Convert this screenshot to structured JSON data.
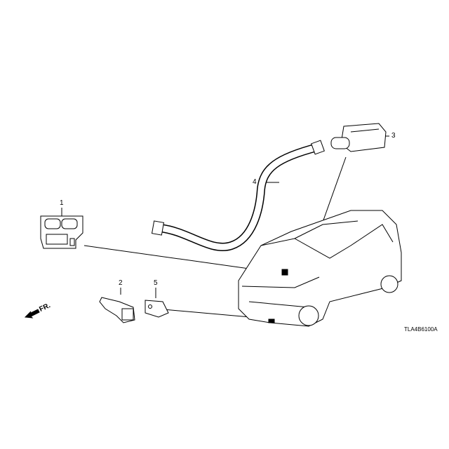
{
  "callouts": {
    "part1": "1",
    "part2": "2",
    "part3": "3",
    "part4": "4",
    "part5": "5"
  },
  "front_indicator": "FR.",
  "diagram_code": "TLA4B6100A"
}
